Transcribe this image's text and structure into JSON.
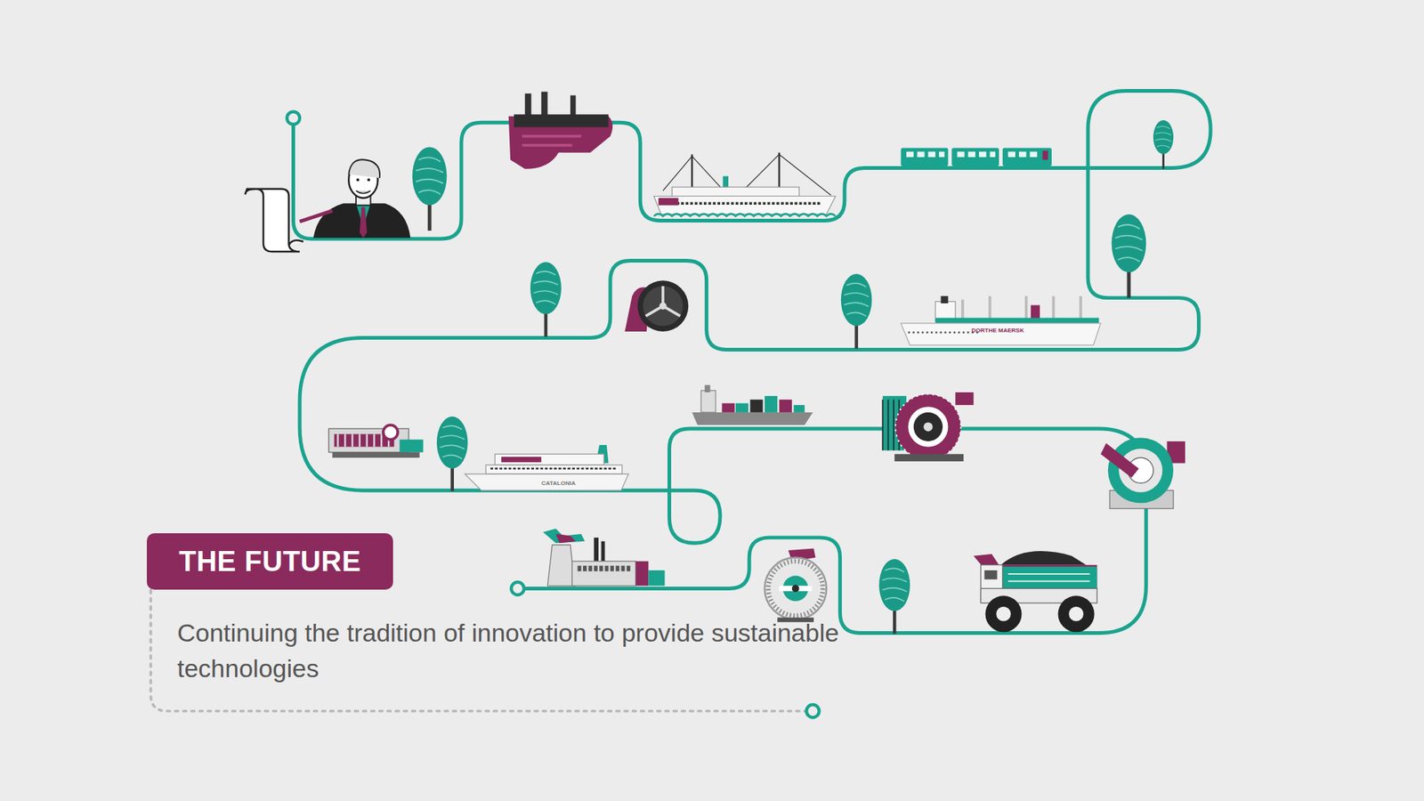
{
  "diagram": {
    "nodes": [
      {
        "text": [
          "THE FUTURE"
        ]
      }
    ],
    "labels": [
      "Continuing the tradition of innovation to provide sustainable technologies",
      "DORTHE MAERSK",
      "CATALONIA"
    ]
  }
}
